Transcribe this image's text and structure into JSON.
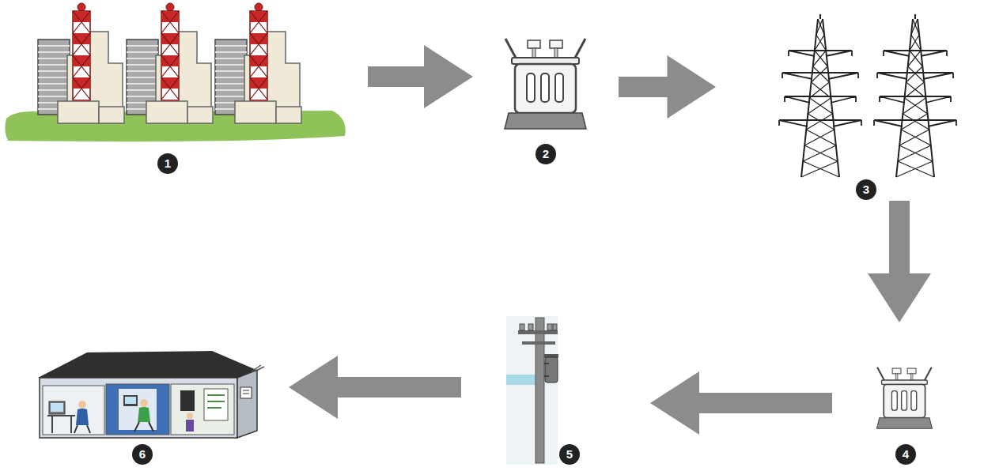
{
  "diagram": {
    "nodes": [
      {
        "text": [
          "1"
        ]
      },
      {
        "text": [
          "2"
        ]
      },
      {
        "text": [
          "3"
        ]
      },
      {
        "text": [
          "4"
        ]
      },
      {
        "text": [
          "5"
        ]
      },
      {
        "text": [
          "6"
        ]
      }
    ],
    "edges": [
      {
        "from": 0,
        "to": 1,
        "arrow": "to"
      },
      {
        "from": 1,
        "to": 2,
        "arrow": "to"
      },
      {
        "from": 2,
        "to": 3,
        "arrow": "to"
      },
      {
        "from": 3,
        "to": 4,
        "arrow": "to"
      },
      {
        "from": 4,
        "to": 5,
        "arrow": "to"
      }
    ]
  }
}
